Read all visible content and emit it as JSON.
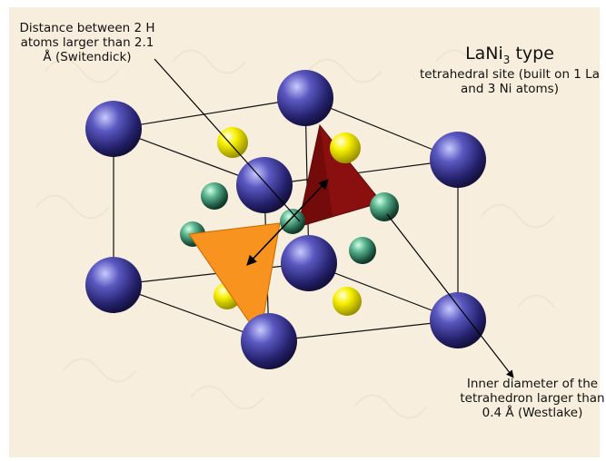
{
  "labels": {
    "distance": "Distance between 2 H atoms larger than 2.1 Å (Switendick)",
    "title_main": "LaNi",
    "title_sub": "3",
    "title_rest": " type",
    "subtitle": "tetrahedral site (built on 1 La and 3 Ni atoms)",
    "inner": "Inner diameter of the tetrahedron larger than 0.4 Å (Westlake)"
  },
  "colors": {
    "background": "#f7eedd",
    "la_atom": "#2d2a78",
    "ni_atom": "#2e7f63",
    "h_atom": "#f0e800",
    "tetra_dark": "#8a0f0f",
    "tetra_orange": "#f7931e"
  }
}
